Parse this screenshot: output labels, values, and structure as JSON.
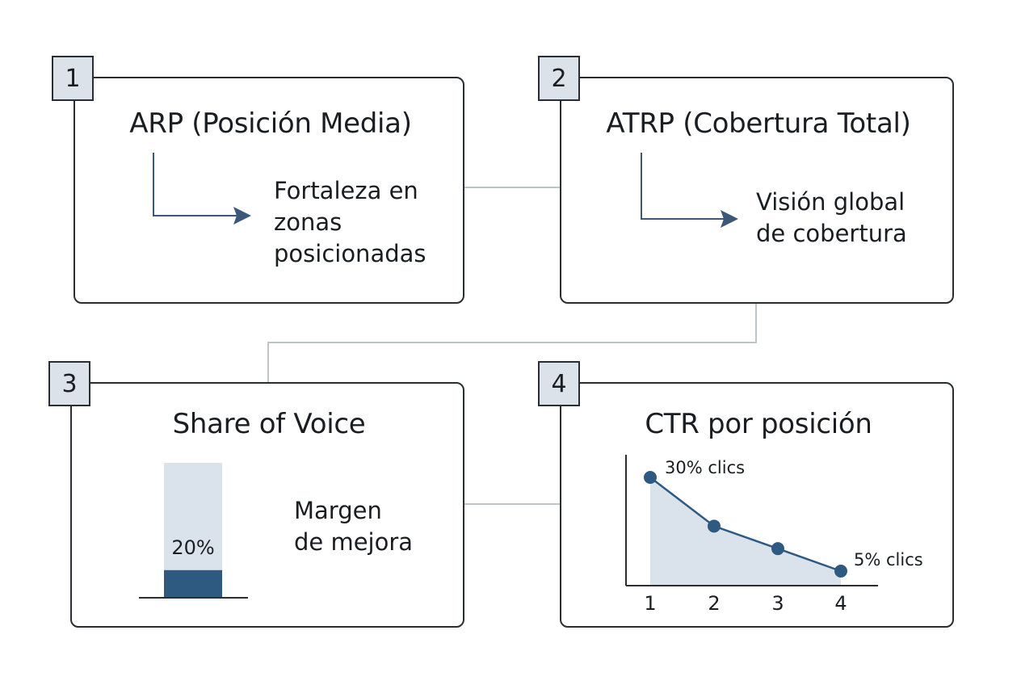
{
  "panels": [
    {
      "number": "1",
      "title": "ARP (Posición Media)",
      "text": [
        "Fortaleza en",
        "zonas",
        "posicionadas"
      ]
    },
    {
      "number": "2",
      "title": "ATRP (Cobertura Total)",
      "text": [
        "Visión global",
        "de cobertura"
      ]
    },
    {
      "number": "3",
      "title": "Share of Voice",
      "text": [
        "Margen",
        "de mejora"
      ],
      "bar_label": "20%"
    },
    {
      "number": "4",
      "title": "CTR por posición"
    }
  ],
  "chart_data": [
    {
      "type": "bar",
      "categories": [
        ""
      ],
      "values": [
        20
      ],
      "ylim": [
        0,
        100
      ],
      "data_labels": [
        "20%"
      ]
    },
    {
      "type": "area",
      "x": [
        1,
        2,
        3,
        4
      ],
      "tick_labels": [
        "1",
        "2",
        "3",
        "4"
      ],
      "values": [
        30,
        17,
        11,
        5
      ],
      "ylim": [
        0,
        35
      ],
      "annotations": [
        {
          "x": 1,
          "text": "30% clics"
        },
        {
          "x": 4,
          "text": "5% clics"
        }
      ]
    }
  ],
  "colors": {
    "accent": "#2e5a82",
    "fill_light": "#dae2ec",
    "border": "#2a2d31",
    "connector": "#bfc4c9",
    "badge_bg": "#dbe2ea",
    "arrow": "#3b5878"
  }
}
